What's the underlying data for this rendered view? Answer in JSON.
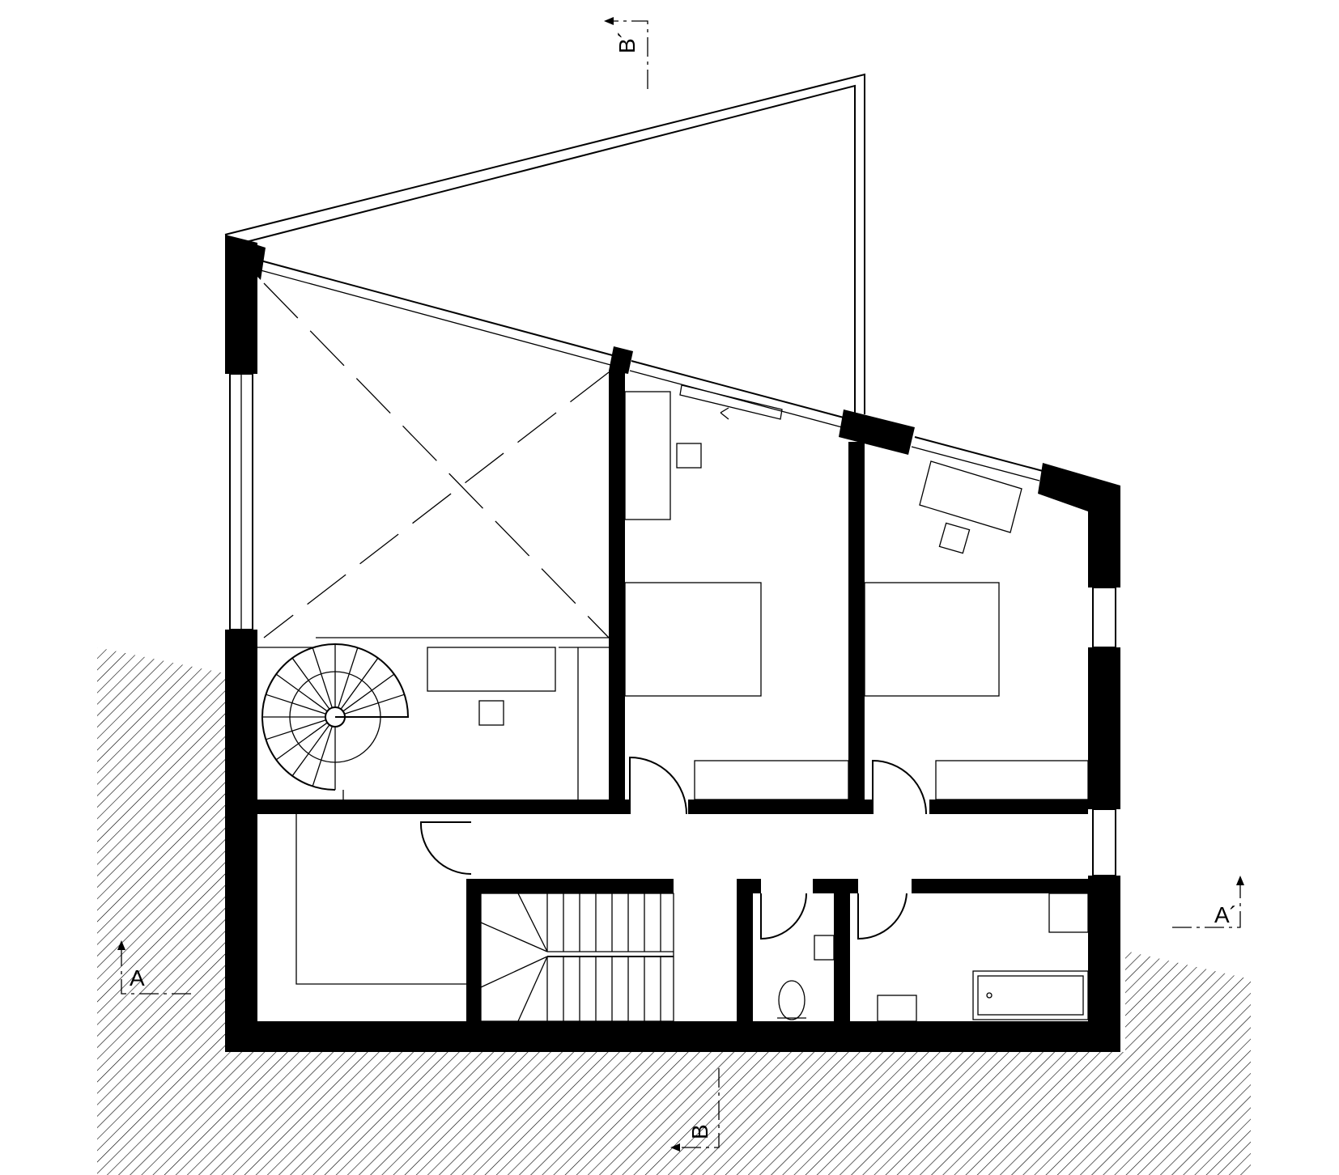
{
  "section_marks": {
    "a": "A",
    "a_prime": "A´",
    "b": "B",
    "b_prime": "B´"
  },
  "colors": {
    "ink": "#000000",
    "paper": "#ffffff"
  }
}
